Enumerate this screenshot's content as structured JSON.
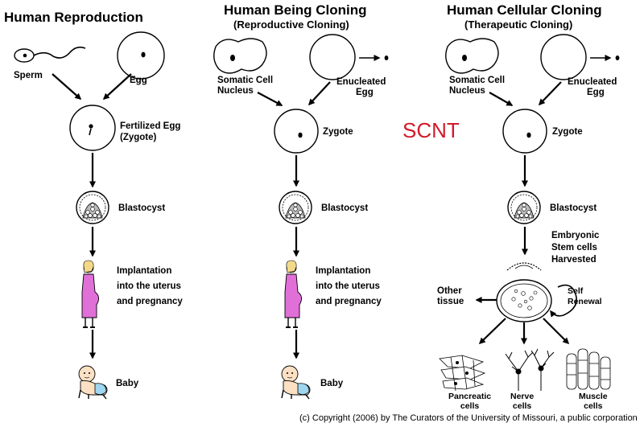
{
  "columns": [
    {
      "title": "Human Reproduction",
      "subtitle": "",
      "labels": {
        "sperm": "Sperm",
        "egg": "Egg",
        "fertilized": [
          "Fertilized Egg",
          "(Zygote)"
        ],
        "blastocyst": "Blastocyst",
        "implantation": [
          "Implantation",
          "into the uterus",
          "and pregnancy"
        ],
        "baby": "Baby"
      }
    },
    {
      "title": "Human Being Cloning",
      "subtitle": "(Reproductive Cloning)",
      "labels": {
        "somatic": [
          "Somatic Cell",
          "Nucleus"
        ],
        "enucleated": [
          "Enucleated",
          "Egg"
        ],
        "zygote": "Zygote",
        "blastocyst": "Blastocyst",
        "implantation": [
          "Implantation",
          "into the uterus",
          "and pregnancy"
        ],
        "baby": "Baby"
      }
    },
    {
      "title": "Human Cellular Cloning",
      "subtitle": "(Therapeutic Cloning)",
      "labels": {
        "somatic": [
          "Somatic Cell",
          "Nucleus"
        ],
        "enucleated": [
          "Enucleated",
          "Egg"
        ],
        "zygote": "Zygote",
        "blastocyst": "Blastocyst",
        "stem": [
          "Embryonic",
          "Stem cells",
          "Harvested"
        ],
        "other": [
          "Other",
          "tissue"
        ],
        "self": [
          "Self",
          "Renewal"
        ],
        "pancreatic": [
          "Pancreatic",
          "cells"
        ],
        "nerve": [
          "Nerve",
          "cells"
        ],
        "muscle": [
          "Muscle",
          "cells"
        ]
      }
    }
  ],
  "center_label": "SCNT",
  "copyright": "(c) Copyright (2006) by The Curators of the University of Missouri, a  public corporation",
  "colors": {
    "scnt": "#d11a2a",
    "pregnant_dress": "#e070d8",
    "baby_diaper": "#9fd6f0"
  }
}
